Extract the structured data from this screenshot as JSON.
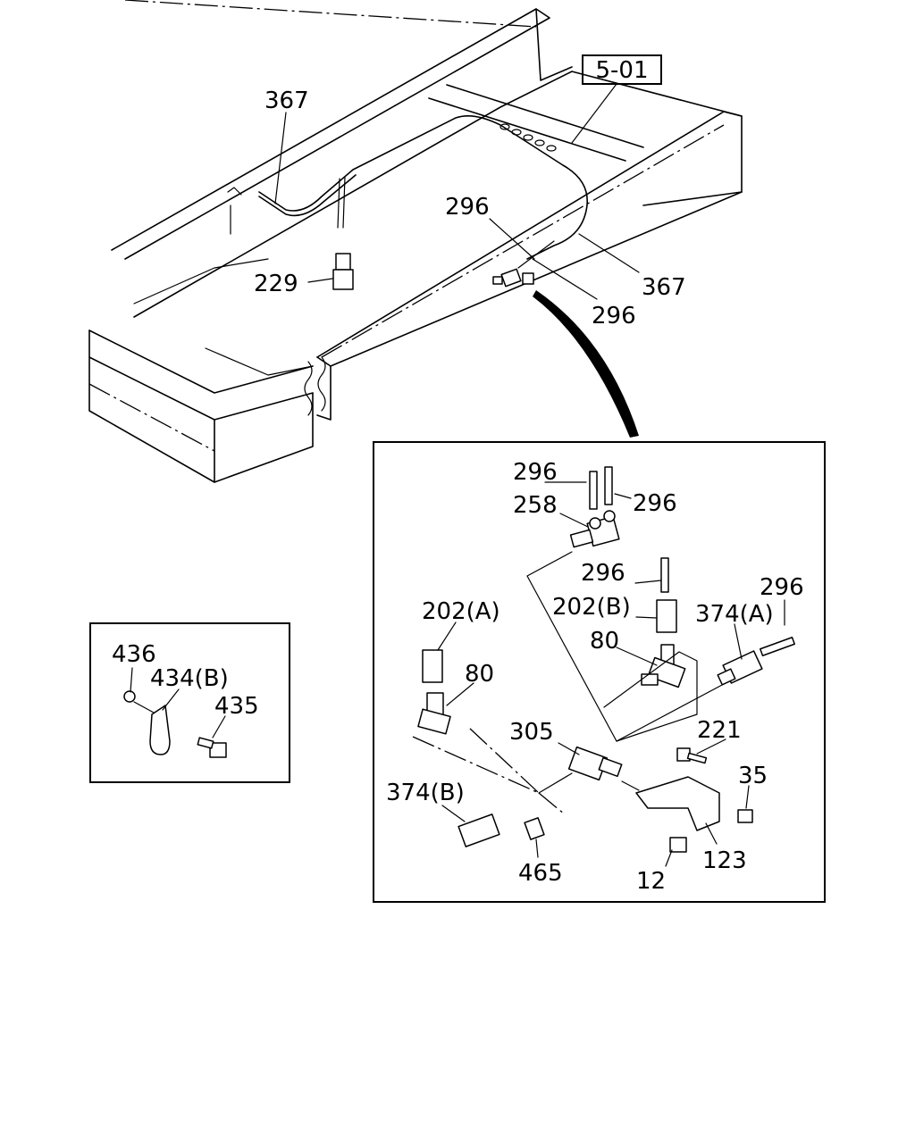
{
  "diagram": {
    "reference_box": "5-01",
    "labels": {
      "l367_top": "367",
      "l229": "229",
      "l296_main": "296",
      "l367_right": "367",
      "l296_main2": "296",
      "l296_a": "296",
      "l296_b": "296",
      "l258": "258",
      "l296_c": "296",
      "l296_d": "296",
      "l202a": "202(A)",
      "l202b": "202(B)",
      "l374a": "374(A)",
      "l80_left": "80",
      "l80_right": "80",
      "l305": "305",
      "l221": "221",
      "l35": "35",
      "l374b": "374(B)",
      "l465": "465",
      "l12": "12",
      "l123": "123",
      "l436": "436",
      "l434b": "434(B)",
      "l435": "435"
    }
  }
}
